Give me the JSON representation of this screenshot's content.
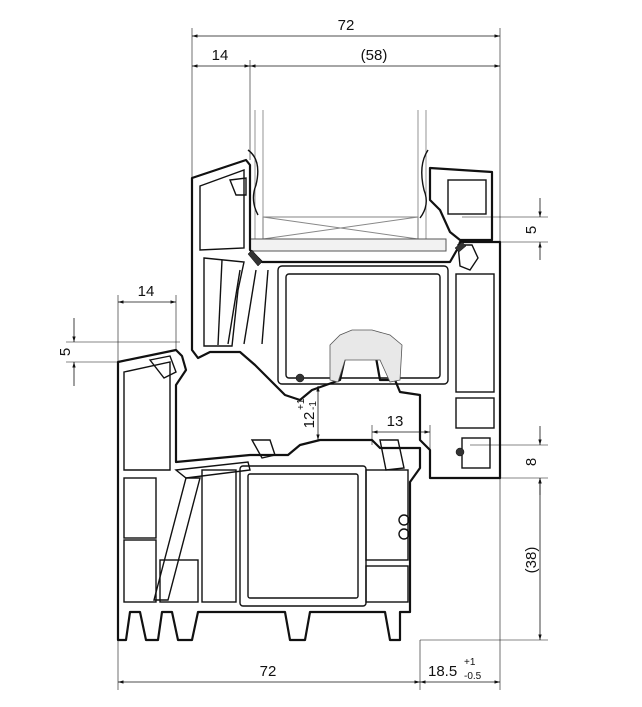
{
  "dimensions": {
    "top_overall": "72",
    "top_left": "14",
    "top_glass": "(58)",
    "right_top": "5",
    "left_step": "14",
    "left_small": "5",
    "overlap": "12",
    "overlap_sup": "+1",
    "overlap_sub": "-1",
    "rebate": "13",
    "right_mid": "8",
    "right_lower": "(38)",
    "bottom_overall": "72",
    "bottom_right": "18.5",
    "bottom_right_sup": "+1",
    "bottom_right_sub": "-0.5"
  }
}
